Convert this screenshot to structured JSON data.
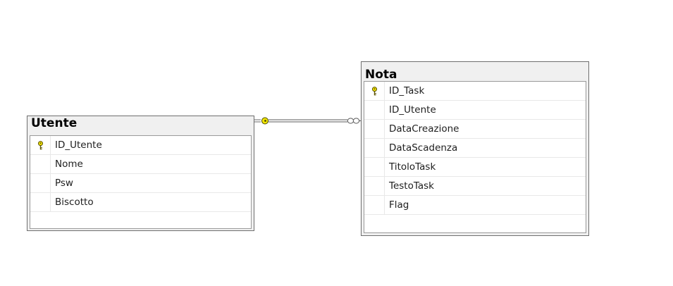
{
  "diagram": {
    "tables": [
      {
        "name": "Utente",
        "columns": [
          {
            "name": "ID_Utente",
            "primary_key": true
          },
          {
            "name": "Nome",
            "primary_key": false
          },
          {
            "name": "Psw",
            "primary_key": false
          },
          {
            "name": "Biscotto",
            "primary_key": false
          }
        ]
      },
      {
        "name": "Nota",
        "columns": [
          {
            "name": "ID_Task",
            "primary_key": true
          },
          {
            "name": "ID_Utente",
            "primary_key": false
          },
          {
            "name": "DataCreazione",
            "primary_key": false
          },
          {
            "name": "DataScadenza",
            "primary_key": false
          },
          {
            "name": "TitoloTask",
            "primary_key": false
          },
          {
            "name": "TestoTask",
            "primary_key": false
          },
          {
            "name": "Flag",
            "primary_key": false
          }
        ]
      }
    ],
    "relationship": {
      "from_table": "Utente",
      "to_table": "Nota",
      "one_end": "key-icon",
      "many_end": "infinity-icon",
      "key_color": "#f2e600"
    }
  }
}
